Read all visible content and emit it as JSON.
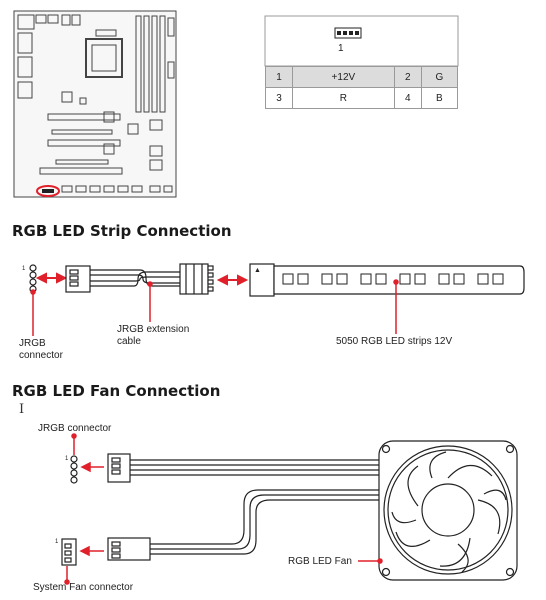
{
  "header": {
    "pin1_label": "1",
    "pin_table": [
      [
        "1",
        "+12V",
        "2",
        "G"
      ],
      [
        "3",
        "R",
        "4",
        "B"
      ]
    ]
  },
  "sections": {
    "strip_title": "RGB LED Strip Connection",
    "fan_title": "RGB LED Fan Connection"
  },
  "strip_diagram": {
    "jrgb_label_line1": "JRGB",
    "jrgb_label_line2": "connector",
    "extension_label_line1": "JRGB extension",
    "extension_label_line2": "cable",
    "strip_label": "5050 RGB LED strips 12V",
    "pin1_mark": "1"
  },
  "fan_diagram": {
    "jrgb_label": "JRGB connector",
    "fan_label": "RGB LED Fan",
    "system_fan_label": "System Fan connector",
    "pin1_mark_top": "1",
    "pin1_mark_bottom": "1"
  },
  "colors": {
    "accent": "#e0202a",
    "line": "#333333",
    "table_shade": "#dcdcdc"
  }
}
